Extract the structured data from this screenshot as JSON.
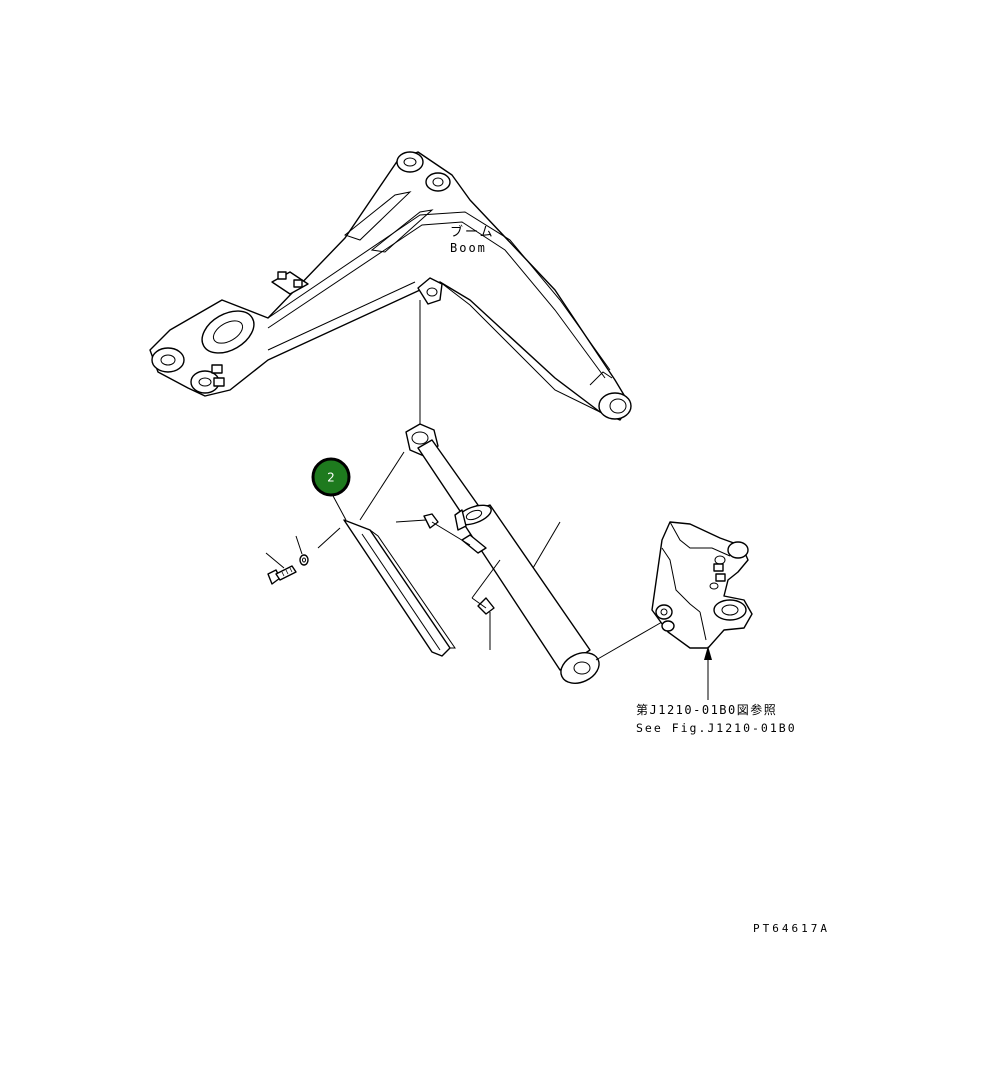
{
  "labels": {
    "boom_jp": "ブーム",
    "boom_en": "Boom",
    "ref_jp": "第J1210-01B0図参照",
    "ref_en": "See Fig.J1210-01B0",
    "drawing_id": "PT64617A"
  },
  "callouts": [
    {
      "number": "2",
      "color": "#1e7a1e"
    }
  ]
}
